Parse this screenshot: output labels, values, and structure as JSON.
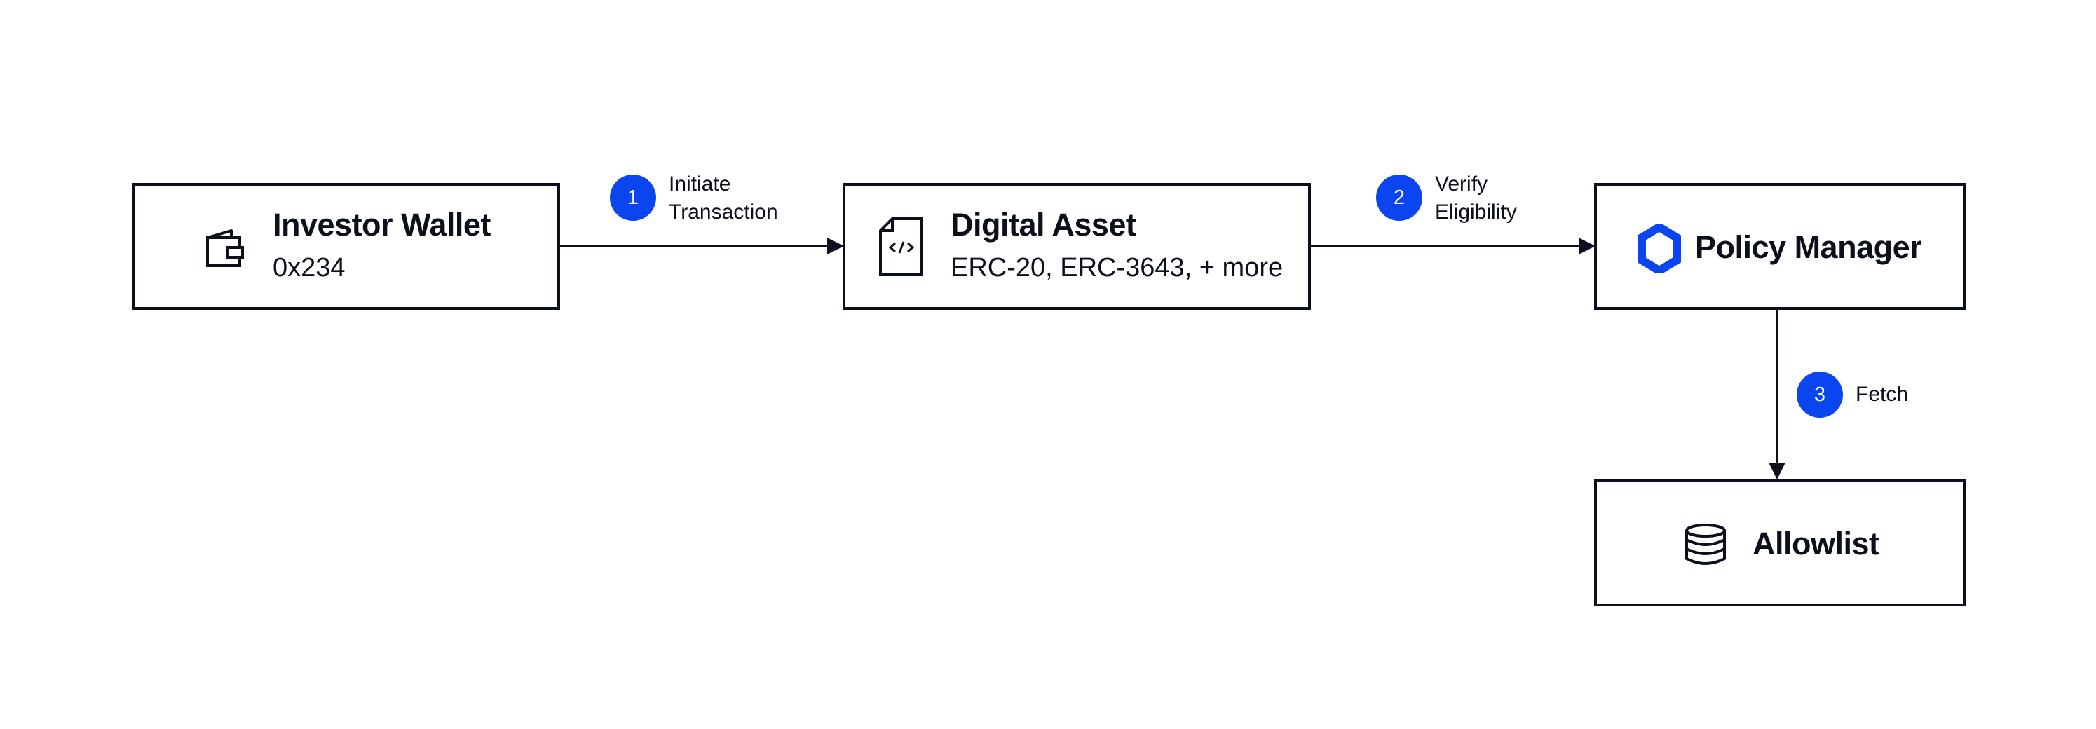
{
  "nodes": {
    "investor_wallet": {
      "title": "Investor Wallet",
      "subtitle": "0x234",
      "icon": "wallet-icon"
    },
    "digital_asset": {
      "title": "Digital Asset",
      "subtitle": "ERC-20, ERC-3643, + more",
      "icon": "code-file-icon"
    },
    "policy_manager": {
      "title": "Policy Manager",
      "icon": "hexagon-logo-icon"
    },
    "allowlist": {
      "title": "Allowlist",
      "icon": "database-icon"
    }
  },
  "steps": [
    {
      "number": "1",
      "line1": "Initiate",
      "line2": "Transaction"
    },
    {
      "number": "2",
      "line1": "Verify",
      "line2": "Eligibility"
    },
    {
      "number": "3",
      "line1": "Fetch"
    }
  ],
  "colors": {
    "badge": "#0a45f0",
    "ink": "#0b101c",
    "logo": "#0a45f0"
  }
}
